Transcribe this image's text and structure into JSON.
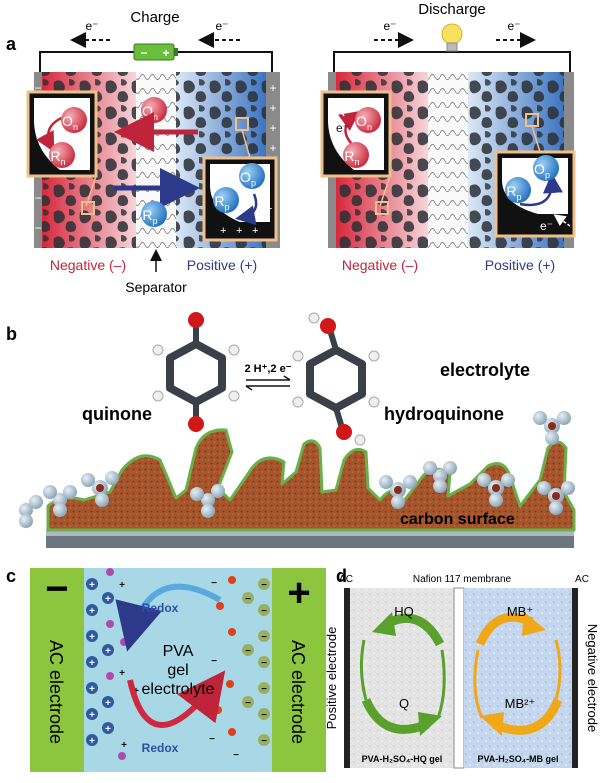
{
  "panel_a": {
    "label": "a",
    "charge": {
      "title": "Charge",
      "electron_left": "e⁻",
      "electron_right": "e⁻",
      "battery_minus": "−",
      "battery_plus": "+",
      "species_on": "O",
      "species_on_sub": "n",
      "species_rn": "R",
      "species_rn_sub": "n",
      "species_op": "O",
      "species_op_sub": "p",
      "species_rp": "R",
      "species_rp_sub": "p",
      "separator": "Separator"
    },
    "discharge": {
      "title": "Discharge",
      "electron_left": "e⁻",
      "electron_right": "e⁻",
      "electron_inset_left": "e⁻",
      "electron_inset_right": "e⁻"
    },
    "negative_label": "Negative (–)",
    "positive_label": "Positive (+)",
    "colors": {
      "negative": "#c0243a",
      "positive": "#2d3a8c",
      "inset_border": "#f0c08a"
    }
  },
  "panel_b": {
    "label": "b",
    "reaction": "2 H⁺,2 e⁻",
    "quinone": "quinone",
    "hydroquinone": "hydroquinone",
    "electrolyte": "electrolyte",
    "carbon_surface": "carbon surface",
    "colors": {
      "carbon": "#a5552c",
      "coating": "#6ab04a"
    }
  },
  "panel_c": {
    "label": "c",
    "left_electrode": "AC electrode",
    "right_electrode": "AC electrode",
    "left_sign": "−",
    "right_sign": "+",
    "redox_top": "Redox",
    "redox_bottom": "Redox",
    "gel_line1": "PVA",
    "gel_line2": "gel",
    "gel_line3": "electrolyte",
    "colors": {
      "electrode": "#8cc63e",
      "electrolyte": "#a8d8e6",
      "redox": "#2d4fa0"
    }
  },
  "panel_d": {
    "label": "d",
    "ac_left": "AC",
    "membrane": "Nafion 117 membrane",
    "ac_right": "AC",
    "positive_electrode": "Positive electrode",
    "negative_electrode": "Negative electrode",
    "hq": "HQ",
    "q": "Q",
    "mb_plus": "MB⁺",
    "mb_2plus": "MB²⁺",
    "left_gel": "PVA-H₂SO₄-HQ gel",
    "right_gel": "PVA-H₂SO₄-MB gel",
    "colors": {
      "green_cycle": "#5aa02c",
      "orange_cycle": "#f0a818"
    }
  }
}
